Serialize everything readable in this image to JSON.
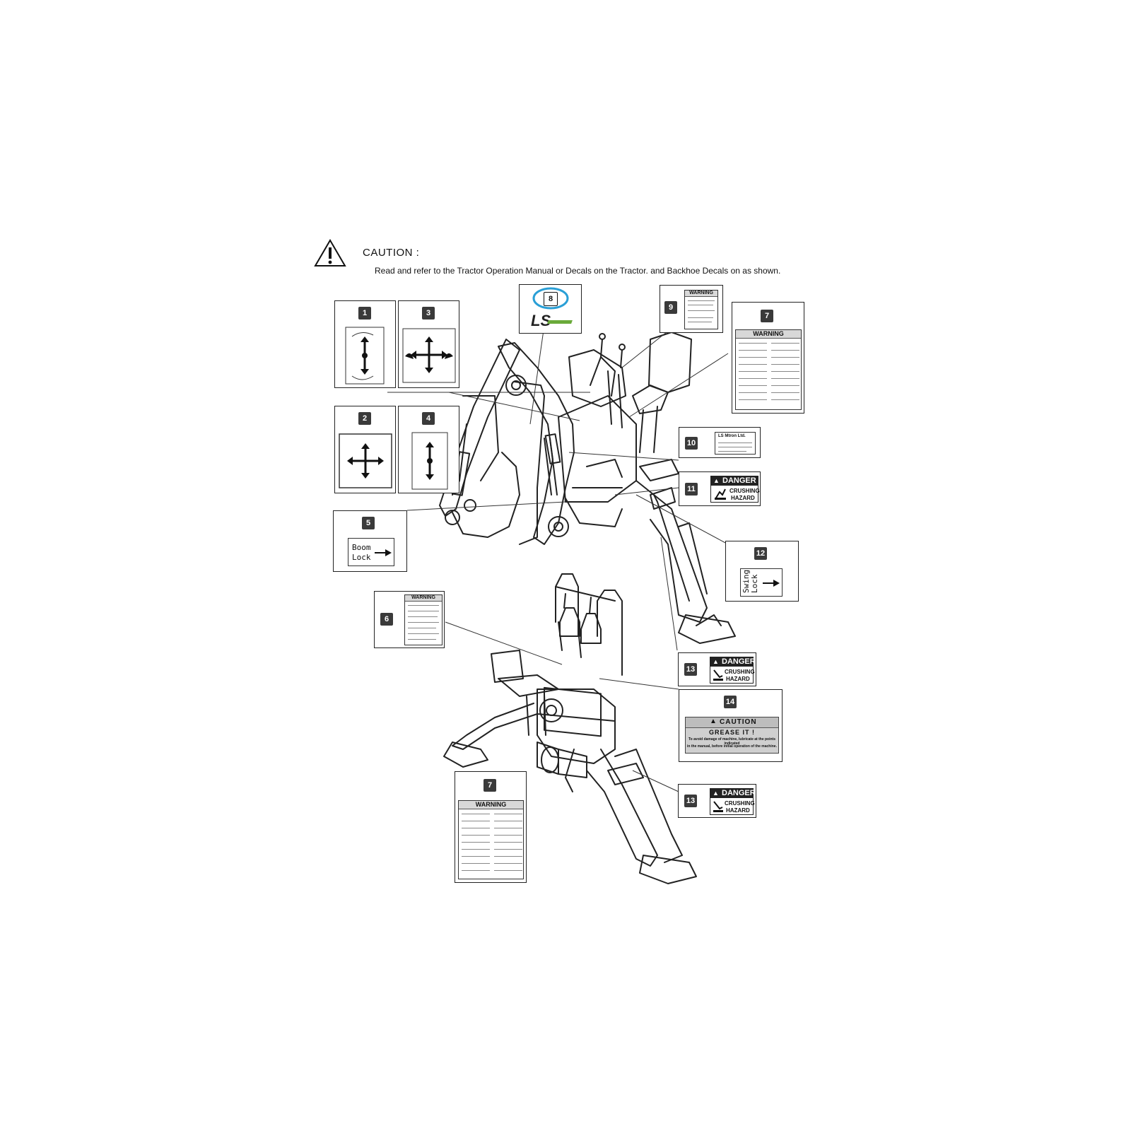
{
  "header": {
    "title": "CAUTION :",
    "instruction": "Read and refer to the Tractor Operation Manual or Decals on the Tractor. and Backhoe Decals on as shown."
  },
  "callouts": {
    "c1": "1",
    "c2": "2",
    "c3": "3",
    "c4": "4",
    "c5": "5",
    "c6": "6",
    "c7": "7",
    "c8": "8",
    "c9": "9",
    "c10": "10",
    "c11": "11",
    "c12": "12",
    "c13a": "13",
    "c13b": "13",
    "c14": "14",
    "c7b": "7"
  },
  "decals": {
    "boom_lock": [
      "Boom",
      "Lock"
    ],
    "swing_lock": [
      "Swing",
      "Lock"
    ],
    "warning": "WARNING",
    "danger": "DANGER",
    "crushing": "CRUSHING",
    "hazard": "HAZARD",
    "brand_logo": "LS",
    "ls_mtron": "LS Mtron Ltd.",
    "caution14_title": "CAUTION",
    "caution14_sub": "GREASE IT !",
    "caution14_line1": "To avoid damage of machine, lubricate at the points indicated",
    "caution14_line2": "in the manual, before initial operation of the machine."
  },
  "highlight_color": "#2a9fd6",
  "icons": {
    "header": "warning-triangle-icon",
    "control_pattern": "joystick-pattern-icon",
    "arrow": "right-arrow-icon"
  }
}
